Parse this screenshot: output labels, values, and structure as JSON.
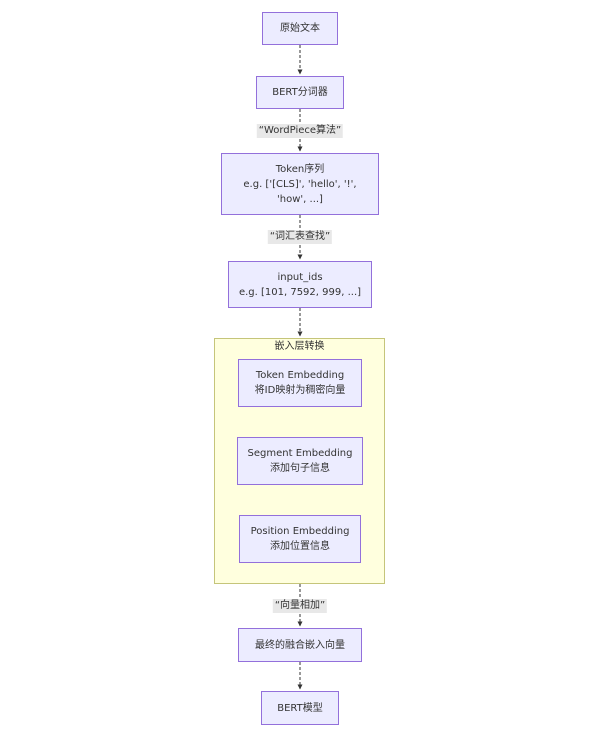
{
  "nodes": {
    "raw_text": "原始文本",
    "tokenizer": "BERT分词器",
    "token_seq": {
      "title": "Token序列",
      "line1": "e.g. ['[CLS]', 'hello', '!',",
      "line2": "'how', ...]"
    },
    "input_ids": {
      "title": "input_ids",
      "line1": "e.g. [101, 7592, 999, ...]"
    },
    "token_emb": {
      "title": "Token Embedding",
      "line1": "将ID映射为稠密向量"
    },
    "segment_emb": {
      "title": "Segment Embedding",
      "line1": "添加句子信息"
    },
    "position_emb": {
      "title": "Position Embedding",
      "line1": "添加位置信息"
    },
    "final_emb": "最终的融合嵌入向量",
    "bert_model": "BERT模型"
  },
  "edge_labels": {
    "wordpiece": "“WordPiece算法”",
    "vocab_lookup": "“词汇表查找”",
    "vector_add": "“向量相加”"
  },
  "cluster": {
    "title": "嵌入层转换"
  }
}
